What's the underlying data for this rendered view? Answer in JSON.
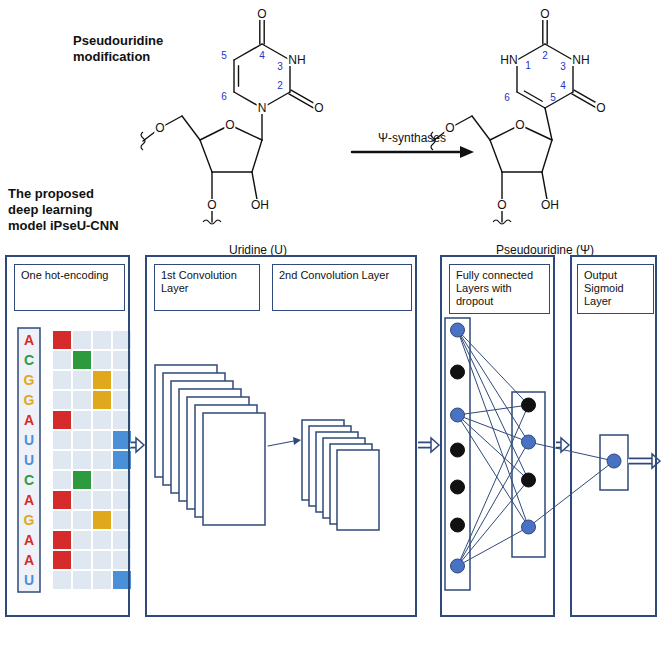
{
  "diagram": {
    "title": "Pseudouridine modification",
    "nodes": [
      {
        "text": [
          "One hot-encoding"
        ]
      },
      {
        "text": [
          "1st Convolution Layer",
          "2nd Convolution Layer"
        ]
      },
      {
        "text": [
          "Fully connected Layers with dropout"
        ]
      },
      {
        "text": [
          "Output Sigmoid Layer"
        ]
      }
    ],
    "edges": [
      {
        "from": 0,
        "to": 1,
        "arrow": "to"
      },
      {
        "from": 1,
        "to": 2,
        "arrow": "to"
      },
      {
        "from": 2,
        "to": 3,
        "arrow": "to"
      }
    ],
    "labels": [
      "The proposed deep learning model iPseU-CNN",
      "O",
      "NH",
      "O",
      "N",
      "O",
      "O",
      "O",
      "OH",
      "5",
      "4",
      "3",
      "2",
      "6",
      "Uridine (U)",
      "Ψ-synthases",
      "O",
      "HN",
      "NH",
      "O",
      "O",
      "O",
      "O",
      "OH",
      "2",
      "1",
      "3",
      "4",
      "6",
      "5",
      "Pseudouridine (Ψ)",
      "A",
      "C",
      "G",
      "G",
      "A",
      "U",
      "U",
      "C",
      "A",
      "G",
      "A",
      "A",
      "U"
    ]
  }
}
